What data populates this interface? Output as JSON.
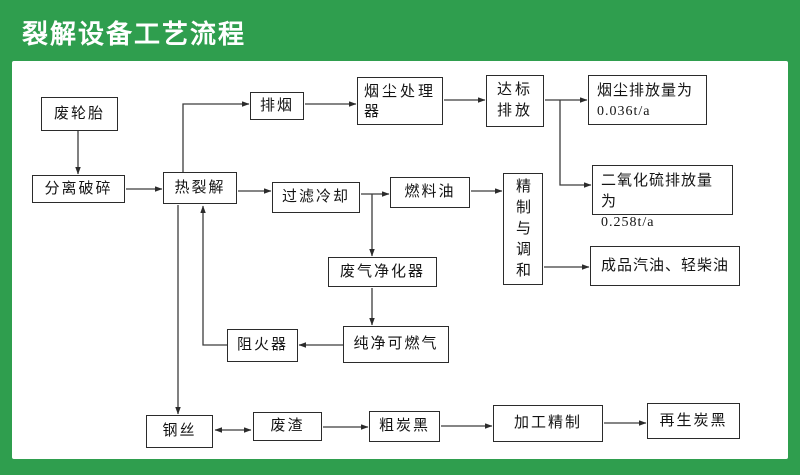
{
  "title": "裂解设备工艺流程",
  "colors": {
    "background_green": "#2f9e4e",
    "panel_white": "#ffffff",
    "line_color": "#3c3c3c",
    "box_border": "#2b2b2b",
    "title_text": "#ffffff"
  },
  "nodes": {
    "waste_tire": {
      "label": "废轮胎"
    },
    "separation_crushing": {
      "label": "分离破碎"
    },
    "pyrolysis": {
      "label": "热裂解"
    },
    "smoke_exhaust": {
      "label": "排烟"
    },
    "dust_processor": {
      "label": "烟尘处理器"
    },
    "standard_discharge": {
      "label": "达标排放"
    },
    "dust_emission": {
      "label": "烟尘排放量为",
      "value": "0.036t/a"
    },
    "so2_emission": {
      "label": "二氧化硫排放量为",
      "value": "0.258t/a"
    },
    "filter_cooling": {
      "label": "过滤冷却"
    },
    "fuel_oil": {
      "label": "燃料油"
    },
    "refine_blend": {
      "label": "精制与调和"
    },
    "finished_oil": {
      "label": "成品汽油、轻柴油"
    },
    "gas_purifier": {
      "label": "废气净化器"
    },
    "clean_gas": {
      "label": "纯净可燃气"
    },
    "flame_arrester": {
      "label": "阻火器"
    },
    "steel_wire": {
      "label": "钢丝"
    },
    "waste_residue": {
      "label": "废渣"
    },
    "crude_carbon_black": {
      "label": "粗炭黑"
    },
    "processing_refine": {
      "label": "加工精制"
    },
    "regenerated_carbon_black": {
      "label": "再生炭黑"
    }
  }
}
